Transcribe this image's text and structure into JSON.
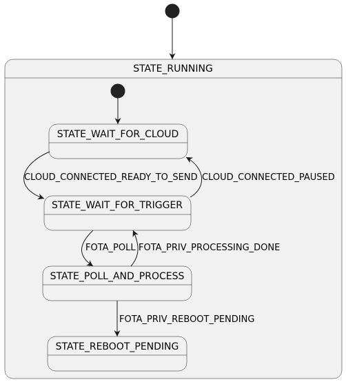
{
  "composite_state": {
    "name": "STATE_RUNNING"
  },
  "states": {
    "wait_for_cloud": "STATE_WAIT_FOR_CLOUD",
    "wait_for_trigger": "STATE_WAIT_FOR_TRIGGER",
    "poll_and_process": "STATE_POLL_AND_PROCESS",
    "reboot_pending": "STATE_REBOOT_PENDING"
  },
  "transitions": {
    "cloud_connected_ready_to_send": "CLOUD_CONNECTED_READY_TO_SEND",
    "cloud_connected_paused": "CLOUD_CONNECTED_PAUSED",
    "fota_poll": "FOTA_POLL",
    "fota_priv_processing_done": "FOTA_PRIV_PROCESSING_DONE",
    "fota_priv_reboot_pending": "FOTA_PRIV_REBOOT_PENDING"
  },
  "colors": {
    "state_fill": "#F1F1F1",
    "stroke": "#181818",
    "initial_node": "#222222"
  }
}
